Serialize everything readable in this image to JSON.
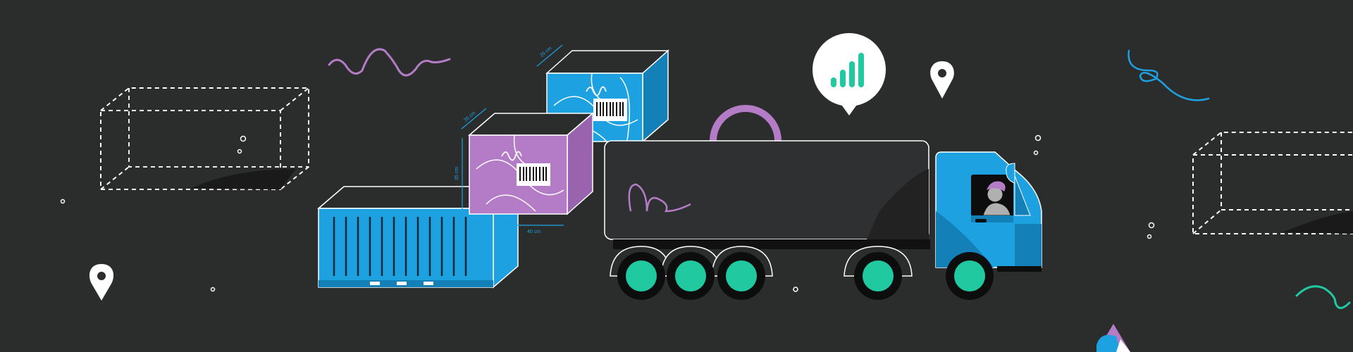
{
  "scene": {
    "background": "#2b2c2c",
    "colors": {
      "blue": "#1ea1e0",
      "blue_dark": "#1480b8",
      "purple": "#b47cc6",
      "purple_dark": "#9a63ae",
      "green": "#21c9a1",
      "truck_body": "#2f3031",
      "outline": "#ffffff",
      "black": "#0d0d0d"
    }
  },
  "package_back": {
    "dim_top": "25 cm"
  },
  "package_front": {
    "dim_top": "35 cm",
    "dim_side": "35 cm",
    "dim_bottom": "40 cm"
  },
  "icons": {
    "signal": "signal-bars-icon",
    "pin": "location-pin-icon"
  }
}
